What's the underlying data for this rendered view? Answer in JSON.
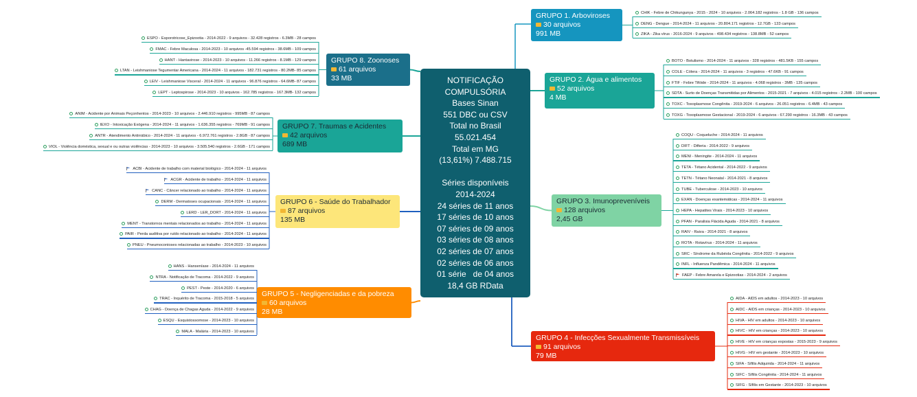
{
  "center": {
    "lines": [
      "NOTIFICAÇÃO",
      "COMPULSÓRIA",
      "Bases Sinan",
      "551 DBC ou CSV",
      "Total no Brasil",
      "55.021.454",
      "Total em MG",
      "(13,61%) 7.488.715",
      "",
      "Séries disponíveis",
      "2014-2024",
      "24 séries de 11 anos",
      "17 séries de 10 anos",
      "07 séries de 09 anos",
      "03 séries de 08 anos",
      "02 séries de 07 anos",
      "02 séries de 06 anos",
      "01 série   de 04 anos",
      "18,4 GB RData"
    ]
  },
  "colors": {
    "center": "#0f5f6e",
    "g1": "#1595bf",
    "g2": "#1aa597",
    "g3": "#7fd3a4",
    "g4": "#e6280e",
    "g5": "#ff8c00",
    "g6": "#fde67a",
    "g7": "#1aa597",
    "g8": "#1b6f8a",
    "link_blue": "#1f5fbf",
    "link_green": "#1aa597",
    "link_red": "#e6280e",
    "link_orange": "#ff8c00",
    "folder": "#f2b733",
    "leaf_icon": "#2a9d5c"
  },
  "groups": [
    {
      "id": "g1",
      "title": "GRUPO 1. Arboviroses",
      "files": "30 arquivos",
      "size": "991 MB",
      "leaves": [
        "CHIK - Febre de Chikungunya  - 2015 - 2024 - 10 arquivos - 2.064.182 registros - 1.8 GB - 136 campos",
        "DENG - Dengue - 2014-2024 - 11 arquivos - 20.804.171 registros - 12.7GB - 133 campos",
        "ZIKA - Zika vírus  - 2016-2024 - 9 arquivos - 498.434 registros - 138.8MB - 52 campos"
      ]
    },
    {
      "id": "g2",
      "title": "GRUPO 2. Água e alimentos",
      "files": "52 arquivos",
      "size": "4 MB",
      "leaves": [
        "BOTO - Botulismo  - 2014-2024 - 11 arquivos - 328 registros - 481.5KB - 155 campos",
        "COLE - Cólera  - 2014-2024 - 11 arquivos - 3 registros - 47.6KB - 91 campos",
        "FTIF - Febre Tifóide  - 2014-2024 - 11 arquivos - 4.068 registros - 3MB - 135 campos",
        "SDTA - Surto de Doenças Transmitidas por Alimentos  - 2015-2021 - 7 arquivos - 4.015 registros - 2.2MB - 100 campos",
        "TOXC - Toxoplasmose Congênita  - 2019-2024 - 6 arquivos - 26.051 registros - 6.4MB - 43 campos",
        "TOXG - Toxoplasmose Gestacional  - 2019-2024 - 6 arquivos - 67.290 registros - 16.3MB - 43 campos"
      ]
    },
    {
      "id": "g3",
      "title": "GRUPO 3. Imunopreveníveis",
      "files": "128 arquivos",
      "size": "2,45 GB",
      "leaves": [
        "COQU - Coqueluche  - 2014-2024 - 11 arquivos",
        "DIFT - Difteria  - 2014-2022 - 9 arquivos",
        "MENI - Meningite  - 2014-2024 - 11 arquivos",
        "TETA - Tétano Acidental  - 2014-2022 - 9 arquivos",
        "TETN - Tétano Neonatal  - 2014-2021 - 8 arquivos",
        "TUBE - Tuberculose  - 2014-2023 - 10 arquivos",
        "EXAN - Doenças exantemáticas  - 2014-2024 - 11 arquivos",
        "HEPA - Hepatites Virais  - 2014-2023 - 10 arquivos",
        "PFAN - Paralisia Flácida Aguda  - 2014-2021 - 8 arquivos",
        "RAIV - Raiva  - 2014-2021 - 8 arquivos",
        "ROTA - Rotavírus  - 2014-2024 - 11 arquivos",
        "SRC - Síndrome da Rubéola Congênita  - 2014-2022 - 9 arquivos",
        "INFL - Influenza Pandêmica  - 2014-2024 - 11 arquivos",
        "FAEP - Febre Amarela e Epizootias  - 2014-2024 - 2 arquivos"
      ]
    },
    {
      "id": "g4",
      "title": "GRUPO 4 - Infecções Sexualmente Transmissíveis",
      "files": "91 arquivos",
      "size": "79 MB",
      "leaves": [
        "AIDA - AIDS em adultos  - 2014-2023 - 10 arquivos",
        "AIDC - AIDS em crianças  - 2014-2023 - 10 arquivos",
        "HIVA - HIV em adultos  - 2014-2023 - 10 arquivos",
        "HIVC - HIV em crianças  - 2014-2023 - 10 arquivos",
        "HIVE - HIV em crianças expostas - 2015-2023 - 9 arquivos",
        "HIVG - HIV em gestante  - 2014-2023 - 10 arquivos",
        "SIFA - Sífilis Adquirida  - 2014-2024 - 11 arquivos",
        "SIFC - Sífilis Congênita  - 2014-2024 - 11 arquivos",
        "SIFG - Sífilis em Gestante  - 2014-2023 - 10 arquivos"
      ]
    },
    {
      "id": "g5",
      "title": "GRUPO 5 - Negligenciadas e da pobreza",
      "files": "60 arquivos",
      "size": "28 MB",
      "leaves": [
        "HANS - Hanseníase  - 2014-2024 - 11 arquivos",
        "NTRA - Notificação de Tracoma  - 2014-2022 - 9 arquivos",
        "PEST - Peste  - 2014-2020 - 6 arquivos",
        "TRAC - Inquérito de Tracoma  - 2015-2018 - 5 arquivos",
        "CHAG - Doença de Chagas Aguda  - 2014-2022 - 9 arquivos",
        "ESQU - Esquistossomose  - 2014-2023 - 10 arquivos",
        "MALA - Malária  - 2014-2023 - 10 arquivos"
      ]
    },
    {
      "id": "g6",
      "title": "GRUPO 6 - Saúde do Trabalhador",
      "files": "87 arquivos",
      "size": "135 MB",
      "leaves": [
        "ACBI - Acidente de trabalho com material biológico  - 2014-2024 - 11 arquivos",
        "ACGR - Acidente de trabalho  - 2014-2024 - 11 arquivos",
        "CANC - Câncer relacionado ao trabalho  - 2014-2024 - 11 arquivos",
        "DERM - Dermatoses ocupacionais  - 2014-2024 - 11 arquivos",
        "LERD - LER_DORT  - 2014-2024 - 11 arquivos",
        "MENT - Transtornos mentais relacionados ao trabalho  - 2014-2024 - 11 arquivos",
        "PAIR - Perda auditiva por ruído relacionado ao trabalho  - 2014-2024 - 11 arquivos",
        "PNEU - Pneumoconioses relacionadas ao trabalho  - 2014-2023 - 10 arquivos"
      ]
    },
    {
      "id": "g7",
      "title": "GRUPO 7. Traumas e Acidentes",
      "files": "42 arquivos",
      "size": "689 MB",
      "leaves": [
        "ANIM - Acidente por Animais Peçonhentos  - 2014-2023 - 10 arquivos - 2.446.910 registros - 995MB - 87 campos",
        "IEXO - Intoxicação Exógena  - 2014-2024 - 11 arquivos - 1.636.355 registros - 769MB - 91 campos",
        "ANTR - Atendimento Antirrábico  - 2014-2024 - 11 arquivos - 6.972.761 registros - 2.8GB - 87 campos",
        "VIOL - Violência doméstica, sexual e ou outras violências  - 2014-2023 - 10 arquivos - 3.505.540 registros - 2.6GB - 171 campos"
      ]
    },
    {
      "id": "g8",
      "title": "GRUPO 8. Zoonoses",
      "files": "61 arquivos",
      "size": "33 MB",
      "leaves": [
        "ESPO - Esporotricose_Epizootia  - 2014-2022 - 9 arquivos  - 32.428 registros - 6.3MB - 28 campos",
        "FMAC - Febre Maculosa  - 2014-2023 - 10 arquivos  -45.594 registros - 38.6MB - 109 campos",
        "HANT - Hantavirose  - 2014-2023 - 10 arquivos  - 11.266 registros - 8.1MB - 129 campos",
        "LTAN - Leishmaniose Tegumentar Americana  - 2014-2024 - 11 arquivos  - 182.731 registros - 80.2MB- 85 campos",
        "LEIV - Leishmaniose Visceral  - 2014-2024 - 11 arquivos  - 96.876 registros - 64.6MB- 87 campos",
        "LEPT - Leptospirose  - 2014-2023 - 10 arquivos  - 162.785 registros - 167.3MB- 132 campos"
      ]
    }
  ]
}
